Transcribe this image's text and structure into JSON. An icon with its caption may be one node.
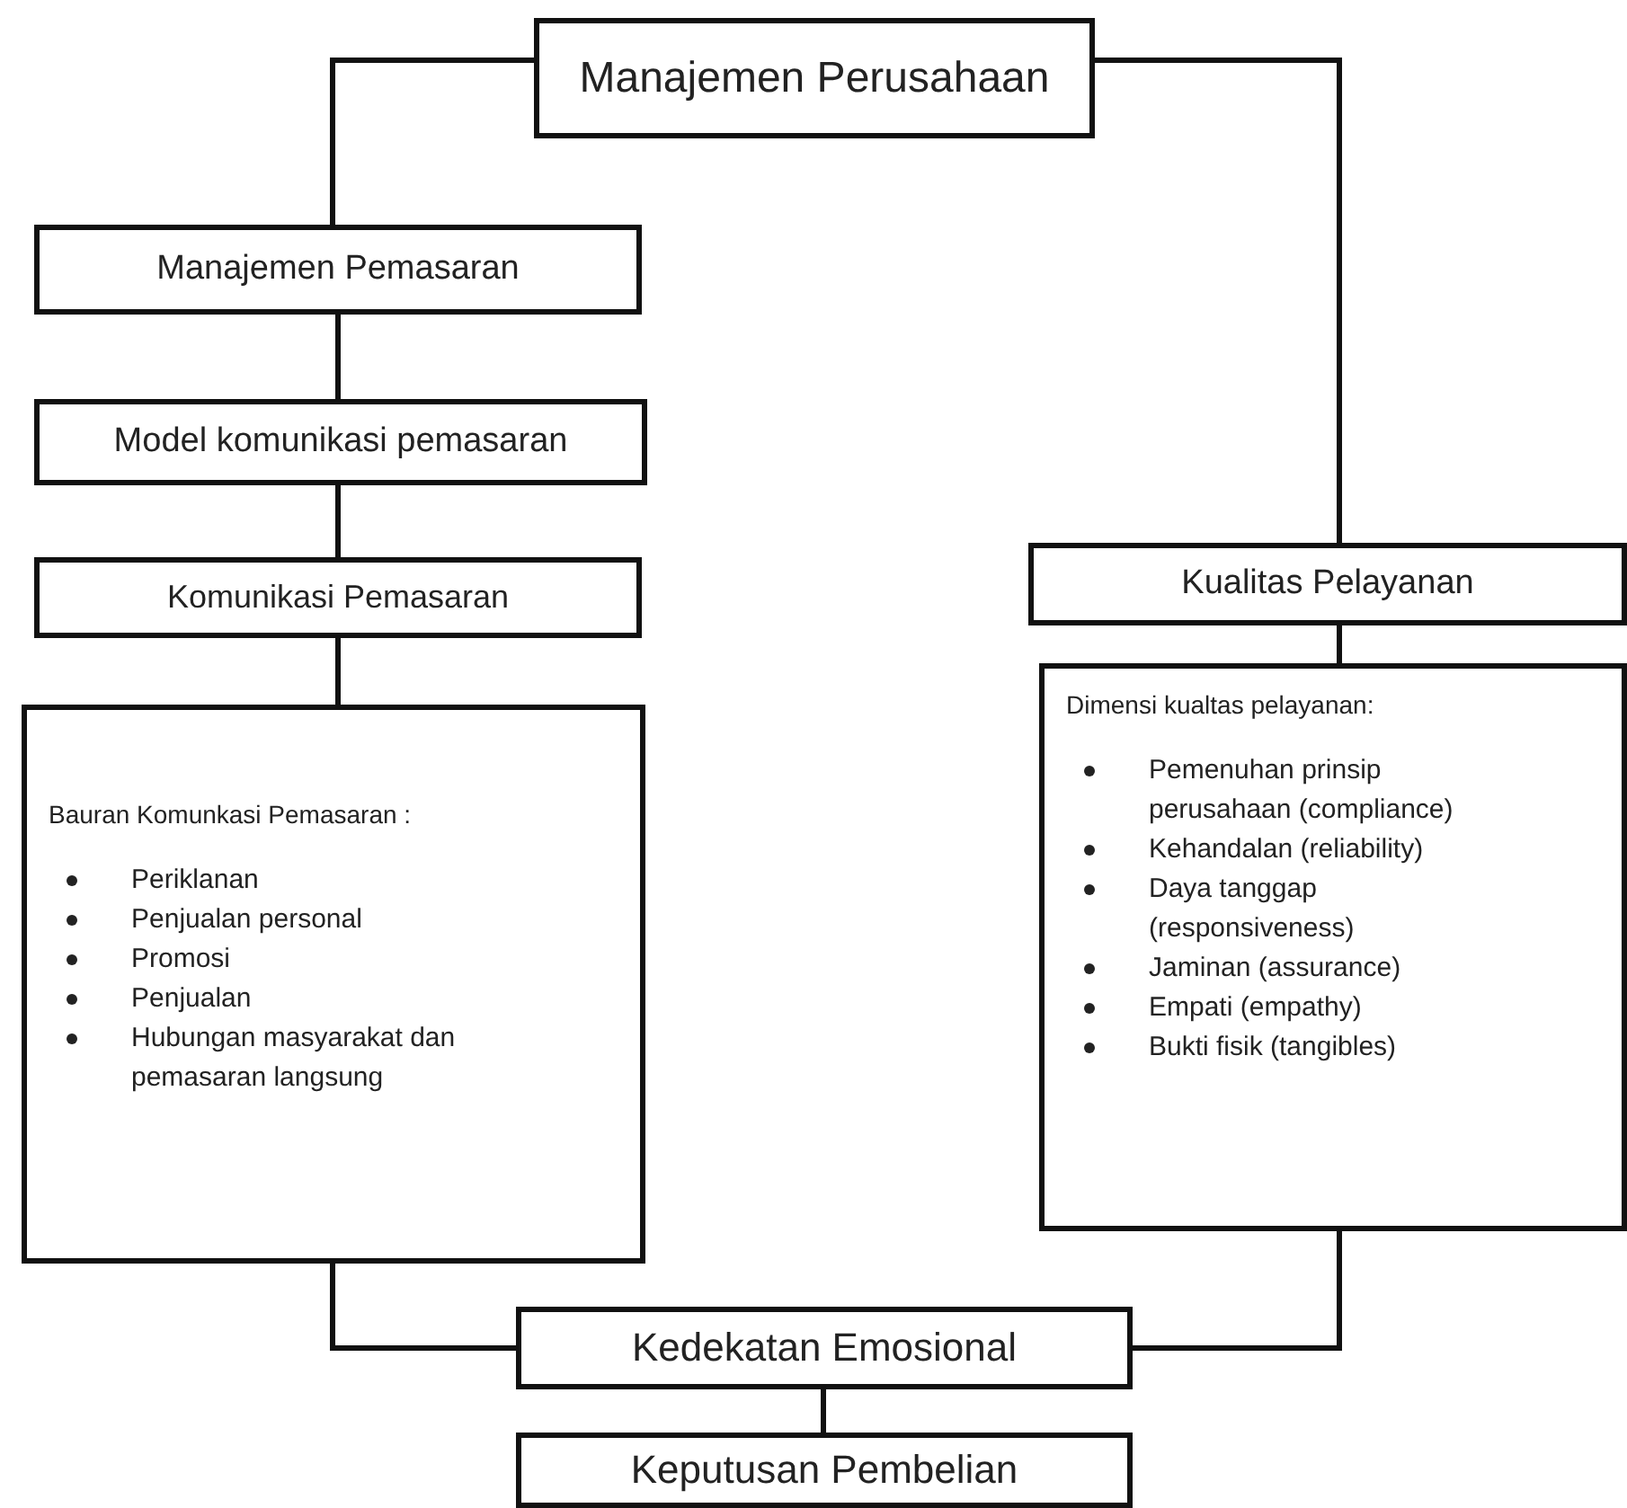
{
  "diagram": {
    "nodes": [
      {
        "text": [
          "Manajemen Perusahaan"
        ]
      },
      {
        "text": [
          "Manajemen Pemasaran"
        ]
      },
      {
        "text": [
          "Model komunikasi pemasaran"
        ]
      },
      {
        "text": [
          "Komunikasi Pemasaran"
        ]
      },
      {
        "text": [
          "Bauran Komunkasi Pemasaran :",
          "Periklanan",
          "Penjualan personal",
          "Promosi",
          "Penjualan",
          "Hubungan masyarakat dan pemasaran langsung"
        ]
      },
      {
        "text": [
          "Kualitas Pelayanan"
        ]
      },
      {
        "text": [
          "Dimensi kualtas pelayanan:",
          "Pemenuhan prinsip perusahaan (compliance)",
          "Kehandalan (reliability)",
          "Daya tanggap (responsiveness)",
          "Jaminan (assurance)",
          "Empati (empathy)",
          "Bukti fisik (tangibles)"
        ]
      },
      {
        "text": [
          "Kedekatan Emosional"
        ]
      },
      {
        "text": [
          "Keputusan Pembelian"
        ]
      }
    ],
    "edges": [
      {
        "from": 0,
        "to": 1,
        "arrow": "none"
      },
      {
        "from": 0,
        "to": 5,
        "arrow": "none"
      },
      {
        "from": 1,
        "to": 2,
        "arrow": "none"
      },
      {
        "from": 2,
        "to": 3,
        "arrow": "none"
      },
      {
        "from": 3,
        "to": 4,
        "arrow": "none"
      },
      {
        "from": 5,
        "to": 6,
        "arrow": "none"
      },
      {
        "from": 4,
        "to": 7,
        "arrow": "none"
      },
      {
        "from": 6,
        "to": 7,
        "arrow": "none"
      },
      {
        "from": 7,
        "to": 8,
        "arrow": "none"
      }
    ]
  }
}
